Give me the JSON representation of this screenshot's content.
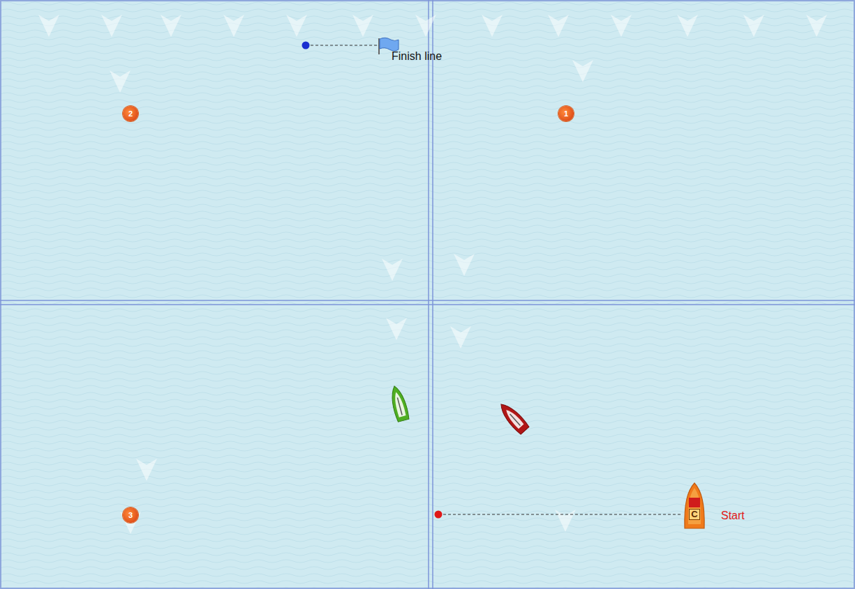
{
  "diagram": {
    "nodes": [
      {
        "text": [
          "2"
        ]
      },
      {
        "text": [
          "1"
        ]
      },
      {
        "text": [
          "3"
        ]
      },
      {
        "text": [
          "C"
        ]
      }
    ],
    "labels": [
      "Finish line",
      "Start"
    ]
  }
}
